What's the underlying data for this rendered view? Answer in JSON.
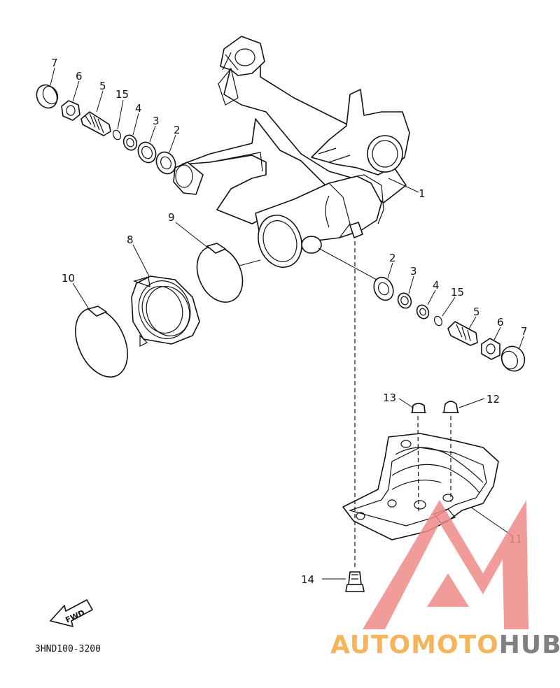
{
  "diagram": {
    "code": "3HND100-3200",
    "fwd_label": "FWD",
    "callouts": [
      {
        "id": "c1",
        "text": "1"
      },
      {
        "id": "c2a",
        "text": "2"
      },
      {
        "id": "c2b",
        "text": "2"
      },
      {
        "id": "c3a",
        "text": "3"
      },
      {
        "id": "c3b",
        "text": "3"
      },
      {
        "id": "c4a",
        "text": "4"
      },
      {
        "id": "c4b",
        "text": "4"
      },
      {
        "id": "c5a",
        "text": "5"
      },
      {
        "id": "c5b",
        "text": "5"
      },
      {
        "id": "c6a",
        "text": "6"
      },
      {
        "id": "c6b",
        "text": "6"
      },
      {
        "id": "c7a",
        "text": "7"
      },
      {
        "id": "c7b",
        "text": "7"
      },
      {
        "id": "c8",
        "text": "8"
      },
      {
        "id": "c9",
        "text": "9"
      },
      {
        "id": "c10",
        "text": "10"
      },
      {
        "id": "c11",
        "text": "11"
      },
      {
        "id": "c12",
        "text": "12"
      },
      {
        "id": "c13",
        "text": "13"
      },
      {
        "id": "c14",
        "text": "14"
      },
      {
        "id": "c15a",
        "text": "15"
      },
      {
        "id": "c15b",
        "text": "15"
      }
    ]
  },
  "watermark": {
    "part1": "AUTOMOTO",
    "part2": "HUB",
    "colors": {
      "accent": "#f08a8a",
      "orange": "#f5b45a",
      "gray": "#808080"
    }
  }
}
